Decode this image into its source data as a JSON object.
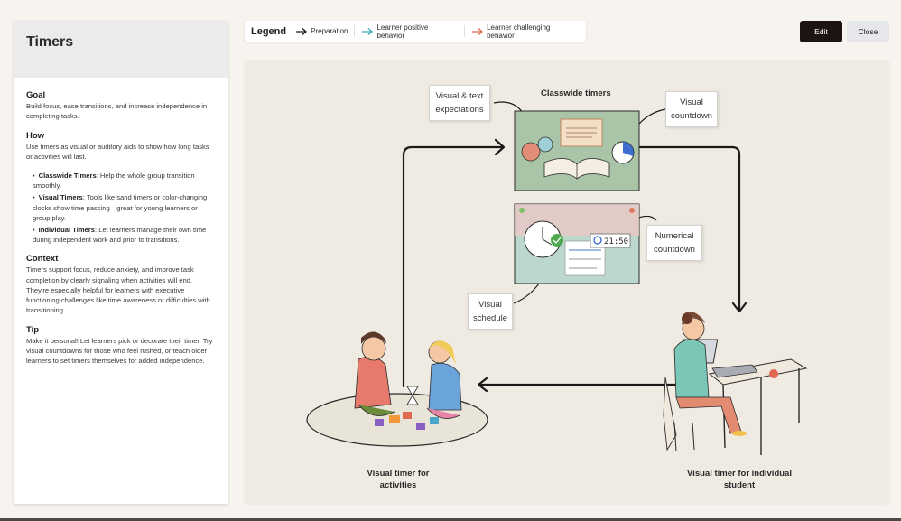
{
  "sidebar": {
    "title": "Timers",
    "goal_heading": "Goal",
    "goal_text": "Build focus, ease transitions, and increase independence in completing tasks.",
    "how_heading": "How",
    "how_text": "Use timers as visual or auditory aids to show how long tasks or activities will last.",
    "how_items": [
      {
        "term": "Classwide Timers",
        "desc": ": Help the whole group transition smoothly."
      },
      {
        "term": "Visual Timers",
        "desc": ": Tools like sand timers or color-changing clocks show time passing—great for young learners or group play."
      },
      {
        "term": "Individual Timers",
        "desc": ": Let learners manage their own time during independent work and prior to transitions."
      }
    ],
    "context_heading": "Context",
    "context_text": "Timers support focus, reduce anxiety, and improve task completion by clearly signaling when activities will end. They're especially helpful for learners with executive functioning challenges like time awareness or difficulties with transitioning.",
    "tip_heading": "Tip",
    "tip_text": "Make it personal! Let learners pick or decorate their timer. Try visual countdowns for those who feel rushed, or teach older learners to set timers themselves for added independence."
  },
  "legend": {
    "title": "Legend",
    "items": [
      {
        "label": "Preparation",
        "color": "#1a1a1a"
      },
      {
        "label": "Learner positive behavior",
        "color": "#3aa7b6"
      },
      {
        "label": "Learner challenging behavior",
        "color": "#e0664a"
      }
    ]
  },
  "toolbar": {
    "edit_label": "Edit",
    "close_label": "Close"
  },
  "diagram": {
    "classwide_title": "Classwide timers",
    "note_visual_text": "Visual & text expectations",
    "note_visual_countdown": "Visual countdown",
    "note_numerical_countdown": "Numerical countdown",
    "note_visual_schedule": "Visual schedule",
    "caption_activities": "Visual timer for activities",
    "caption_student": "Visual timer for individual student",
    "screen_numeric": "21:50"
  },
  "colors": {
    "ink": "#1a1a1a",
    "canvas": "#efebe3",
    "accent_dark": "#1d1313"
  }
}
